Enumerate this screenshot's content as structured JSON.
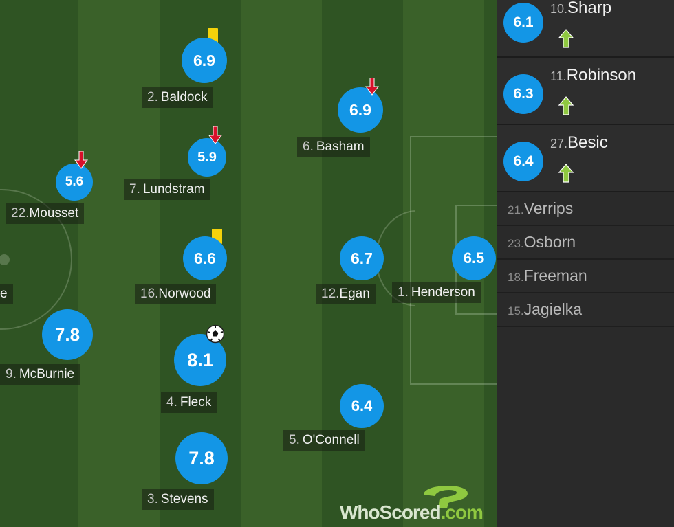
{
  "pitch_players": [
    {
      "number": "2.",
      "name": "Baldock",
      "rating": "6.9",
      "card": "yellow"
    },
    {
      "number": "6.",
      "name": "Basham",
      "rating": "6.9",
      "subbed_off": true
    },
    {
      "number": "7.",
      "name": "Lundstram",
      "rating": "5.9",
      "subbed_off": true
    },
    {
      "number": "22.",
      "name": "Mousset",
      "rating": "5.6",
      "subbed_off": true
    },
    {
      "number": "16.",
      "name": "Norwood",
      "rating": "6.6",
      "card": "yellow"
    },
    {
      "number": "12.",
      "name": "Egan",
      "rating": "6.7"
    },
    {
      "number": "1.",
      "name": "Henderson",
      "rating": "6.5"
    },
    {
      "number": "",
      "name": "e",
      "rating": ""
    },
    {
      "number": "9.",
      "name": "McBurnie",
      "rating": "7.8"
    },
    {
      "number": "4.",
      "name": "Fleck",
      "rating": "8.1",
      "goal": true
    },
    {
      "number": "5.",
      "name": "O'Connell",
      "rating": "6.4"
    },
    {
      "number": "3.",
      "name": "Stevens",
      "rating": "7.8"
    }
  ],
  "substitutes_used": [
    {
      "number": "10.",
      "name": "Sharp",
      "rating": "6.1"
    },
    {
      "number": "11.",
      "name": "Robinson",
      "rating": "6.3"
    },
    {
      "number": "27.",
      "name": "Besic",
      "rating": "6.4"
    }
  ],
  "bench": [
    {
      "number": "21.",
      "name": "Verrips"
    },
    {
      "number": "23.",
      "name": "Osborn"
    },
    {
      "number": "18.",
      "name": "Freeman"
    },
    {
      "number": "15.",
      "name": "Jagielka"
    }
  ],
  "logo": {
    "part1": "WhoScored",
    "part2": ".com"
  },
  "colors": {
    "rating_bubble": "#1396e6",
    "yellow_card": "#f4d20b",
    "sub_off_arrow": "#d8102a",
    "sub_on_arrow": "#8fc840"
  },
  "icons": {
    "sub_on": "green-up-arrow-icon",
    "sub_off": "red-down-arrow-icon",
    "goal": "soccer-ball-icon",
    "card": "yellow-card-icon"
  }
}
